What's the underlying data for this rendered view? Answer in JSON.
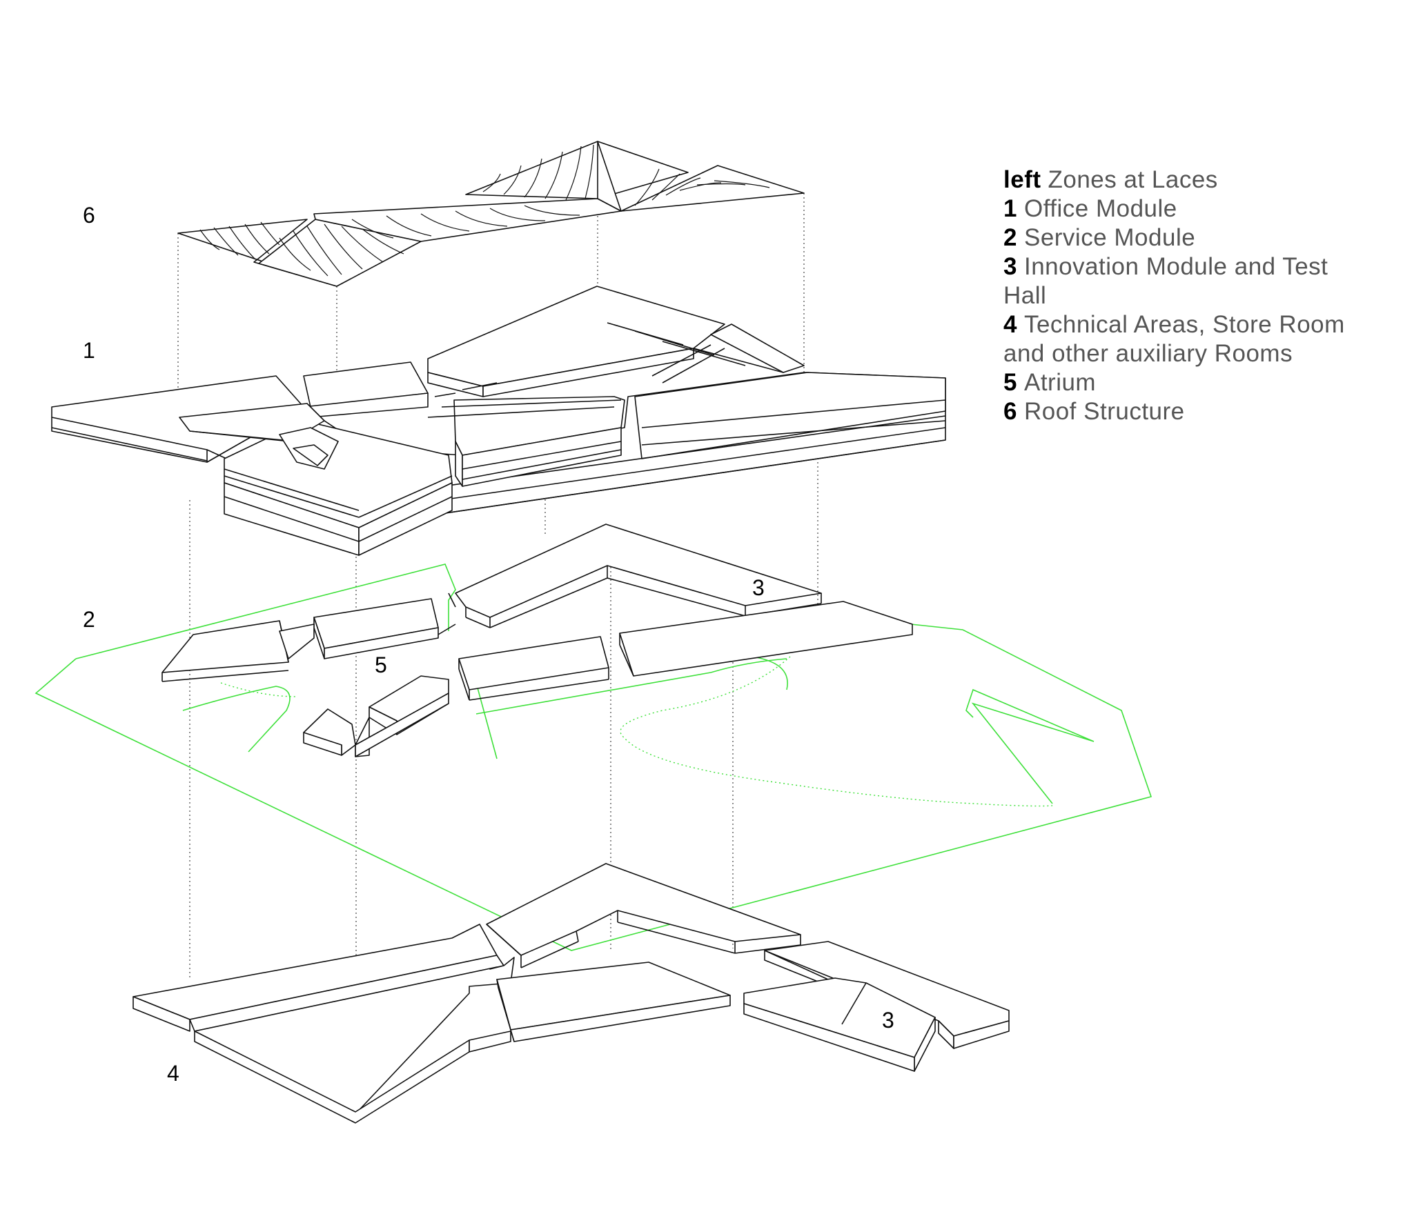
{
  "legend": {
    "title_bold": "left",
    "title_rest": "Zones at Laces",
    "items": [
      {
        "num": "1",
        "text": "Office Module"
      },
      {
        "num": "2",
        "text": "Service Module"
      },
      {
        "num": "3",
        "text": "Innovation Module and Test Hall"
      },
      {
        "num": "4",
        "text": "Technical Areas, Store Room and other auxiliary Rooms"
      },
      {
        "num": "5",
        "text": "Atrium"
      },
      {
        "num": "6",
        "text": "Roof Structure"
      }
    ]
  },
  "labels": {
    "roof": "6",
    "office": "1",
    "service": "2",
    "atrium": "5",
    "innovation_upper": "3",
    "innovation_lower": "3",
    "technical": "4"
  },
  "colors": {
    "line": "#111111",
    "site_outline": "#3ee03a",
    "legend_text": "#555555"
  }
}
